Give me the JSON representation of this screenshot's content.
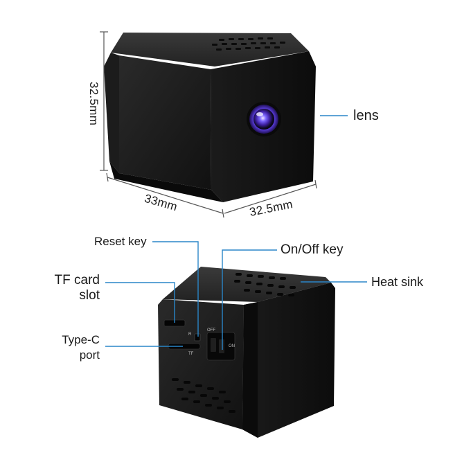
{
  "dimensions": {
    "height": "32.5mm",
    "width": "33mm",
    "depth": "32.5mm"
  },
  "labels": {
    "lens": "lens",
    "reset_key": "Reset key",
    "on_off_key": "On/Off key",
    "tf_card_line1": "TF card",
    "tf_card_line2": "slot",
    "heat_sink": "Heat sink",
    "type_c_line1": "Type-C",
    "type_c_line2": "port"
  },
  "switch_marks": {
    "off": "OFF",
    "on": "ON",
    "reset": "R",
    "tf": "TF"
  },
  "colors": {
    "body": "#161616",
    "callout_line": "#2a86c8",
    "lens_ring": "#6a4bd6",
    "background": "#ffffff"
  }
}
